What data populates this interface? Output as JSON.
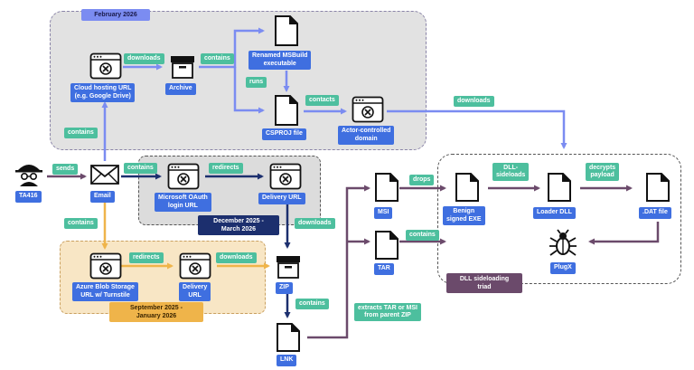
{
  "regions": {
    "february": "February 2026",
    "december": "December 2025 -\nMarch 2026",
    "september": "September 2025 -\nJanuary 2026",
    "dll_triad": "DLL sideloading\ntriad"
  },
  "nodes": {
    "ta416": "TA416",
    "email": "Email",
    "cloud": "Cloud hosting URL\n(e.g. Google Drive)",
    "archive": "Archive",
    "msbuild": "Renamed MSBuild\nexecutable",
    "csproj": "CSPROJ file",
    "actor_domain": "Actor-controlled\ndomain",
    "oauth": "Microsoft OAuth\nlogin URL",
    "delivery_dec": "Delivery URL",
    "zip": "ZIP",
    "azure": "Azure Blob Storage\nURL w/ Turnstile",
    "delivery_sep": "Delivery\nURL",
    "lnk": "LNK",
    "msi": "MSI",
    "tar": "TAR",
    "benign_exe": "Benign\nsigned EXE",
    "loader_dll": "Loader DLL",
    "dat_file": ".DAT file",
    "plugx": "PlugX"
  },
  "edges": {
    "sends": "sends",
    "contains_email_cloud": "contains",
    "contains_email_oauth": "contains",
    "contains_email_azure": "contains",
    "downloads_cloud_archive": "downloads",
    "contains_archive": "contains",
    "runs": "runs",
    "contacts": "contacts",
    "downloads_domain": "downloads",
    "redirects_dec": "redirects",
    "downloads_dec": "downloads",
    "redirects_sep": "redirects",
    "downloads_sep": "downloads",
    "contains_zip_lnk": "contains",
    "extracts": "extracts TAR or MSI\nfrom parent ZIP",
    "drops": "drops",
    "contains_tar": "contains",
    "dll_sideloads": "DLL-\nsideloads",
    "decrypts": "decrypts\npayload"
  },
  "colors": {
    "feb": "#7b8cf1",
    "dec": "#1c2f6e",
    "sep": "#efb44a",
    "purple": "#6b4a6b",
    "green": "#4dbf9e",
    "node_label": "#3f6fe0"
  }
}
